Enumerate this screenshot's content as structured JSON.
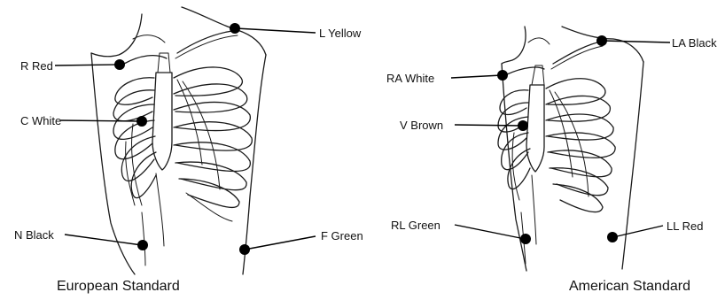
{
  "figure": {
    "european": {
      "caption": "European Standard",
      "electrodes": {
        "r": "R Red",
        "l": "L Yellow",
        "c": "C White",
        "n": "N Black",
        "f": "F Green"
      }
    },
    "american": {
      "caption": "American Standard",
      "electrodes": {
        "ra": "RA White",
        "la": "LA Black",
        "v": "V Brown",
        "rl": "RL Green",
        "ll": "LL Red"
      }
    }
  }
}
